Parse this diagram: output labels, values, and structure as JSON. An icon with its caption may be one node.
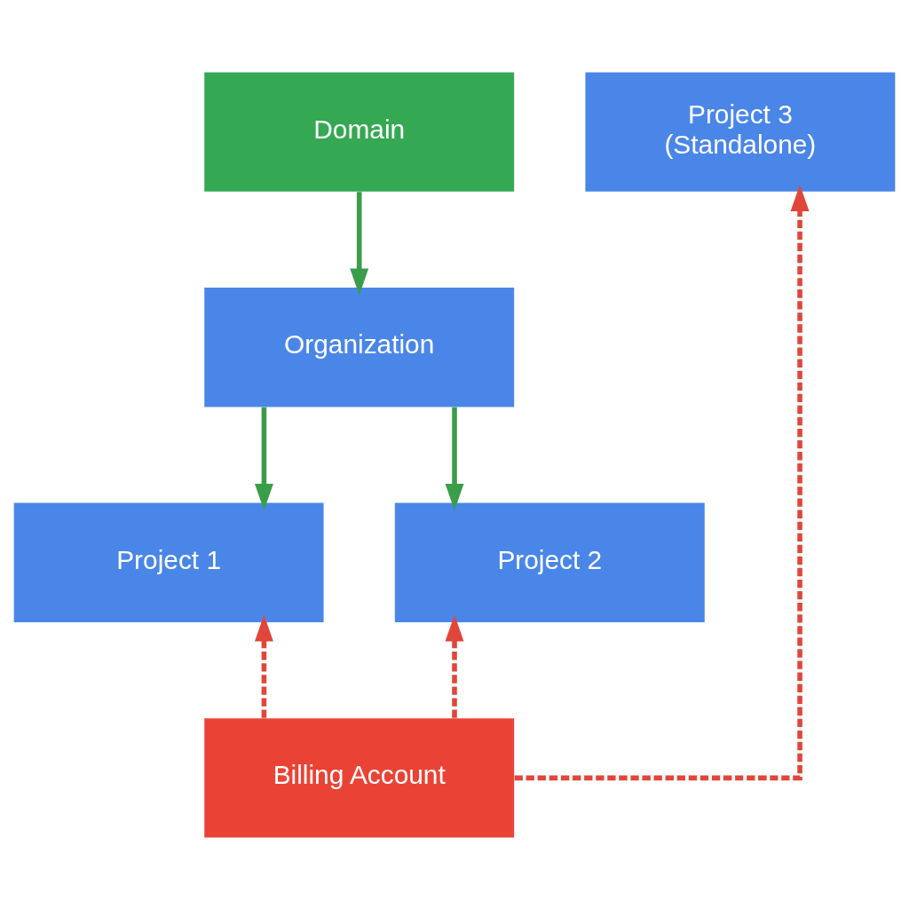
{
  "diagram": {
    "nodes": [
      {
        "text": [
          "Domain"
        ]
      },
      {
        "text": [
          "Organization"
        ]
      },
      {
        "text": [
          "Project 1"
        ]
      },
      {
        "text": [
          "Project 2"
        ]
      },
      {
        "text": [
          "Project 3",
          "(Standalone)"
        ]
      },
      {
        "text": [
          "Billing Account"
        ]
      }
    ],
    "edges": [
      {
        "from": 0,
        "to": 1,
        "arrow": "to",
        "color": "#3a9d4a"
      },
      {
        "from": 1,
        "to": 2,
        "arrow": "to",
        "color": "#3a9d4a"
      },
      {
        "from": 1,
        "to": 3,
        "arrow": "to",
        "color": "#3a9d4a"
      },
      {
        "from": 5,
        "to": 2,
        "arrow": "to",
        "style": "dashed",
        "color": "#e0463a"
      },
      {
        "from": 5,
        "to": 3,
        "arrow": "to",
        "style": "dashed",
        "color": "#e0463a"
      },
      {
        "from": 5,
        "to": 4,
        "arrow": "to",
        "style": "dashed",
        "color": "#e0463a"
      }
    ]
  }
}
